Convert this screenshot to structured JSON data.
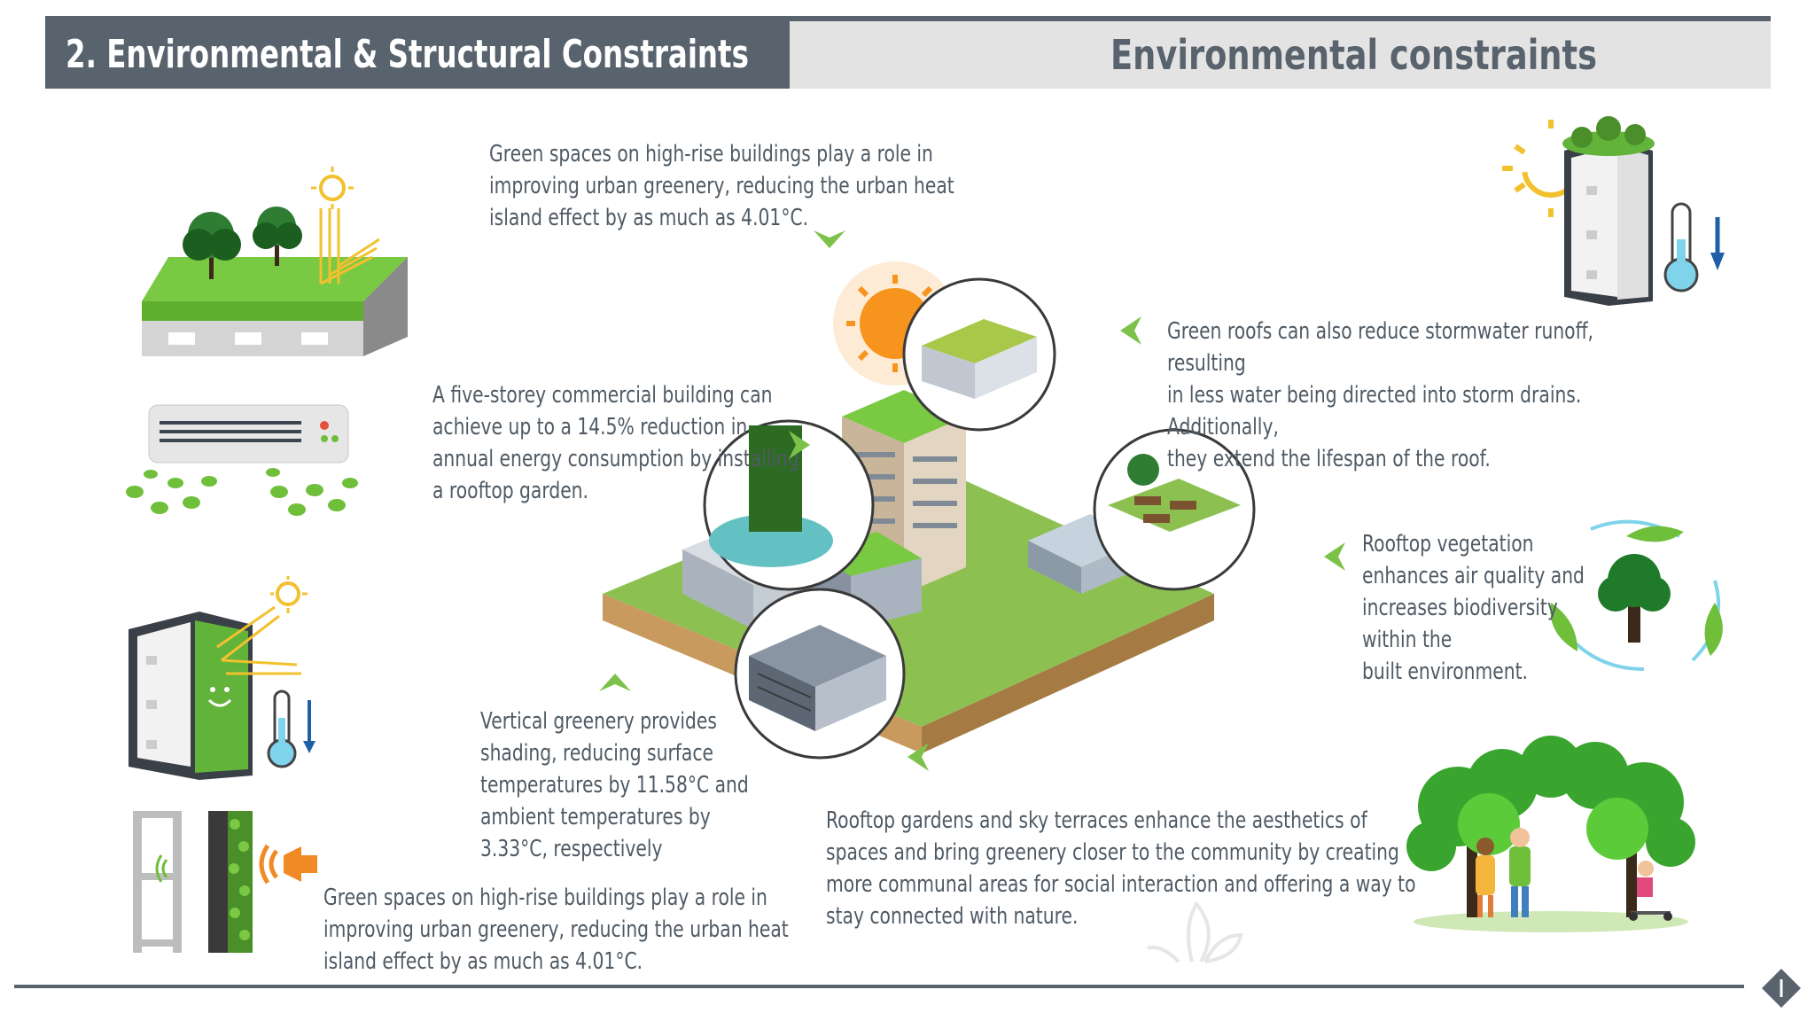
{
  "header": {
    "title": "2. Environmental & Structural Constraints",
    "subtitle": "Environmental constraints"
  },
  "blocks": {
    "heat_island_top": "Green spaces on high-rise buildings play a role in\nimproving urban greenery, reducing the urban heat\nisland effect by as much as 4.01°C.",
    "energy": "A five-storey commercial building can\nachieve up to a 14.5% reduction in\nannual energy consumption by installing\na rooftop garden.",
    "vertical": "Vertical greenery provides\nshading, reducing surface\ntemperatures by 11.58°C and\nambient temperatures by\n3.33°C, respectively",
    "heat_island_bottom": "Green spaces on high-rise buildings play a role in\nimproving urban greenery, reducing the urban heat\nisland effect by as much as 4.01°C.",
    "stormwater": "Green roofs can also reduce stormwater runoff, resulting\nin less water being directed into storm drains. Additionally,\nthey extend the lifespan of the roof.",
    "air_quality": "Rooftop vegetation\nenhances air quality and\nincreases biodiversity\nwithin the\nbuilt environment.",
    "community": "Rooftop gardens and sky terraces enhance the aesthetics of\nspaces and bring greenery closer to the community by creating\nmore communal areas for social interaction and offering a way to\nstay connected with nature."
  },
  "colors": {
    "header_dark": "#59636d",
    "header_light": "#e3e3e3",
    "text": "#4f5a64",
    "green": "#6fbf3a",
    "arrow_green": "#7cc24a"
  },
  "icons": [
    "green-roof-icon",
    "air-conditioner-icon",
    "green-wall-building-icon",
    "noise-wall-icon",
    "rooftop-building-thermometer-icon",
    "tree-cycle-icon",
    "people-park-icon",
    "city-rooftops-illustration",
    "sun-icon"
  ]
}
